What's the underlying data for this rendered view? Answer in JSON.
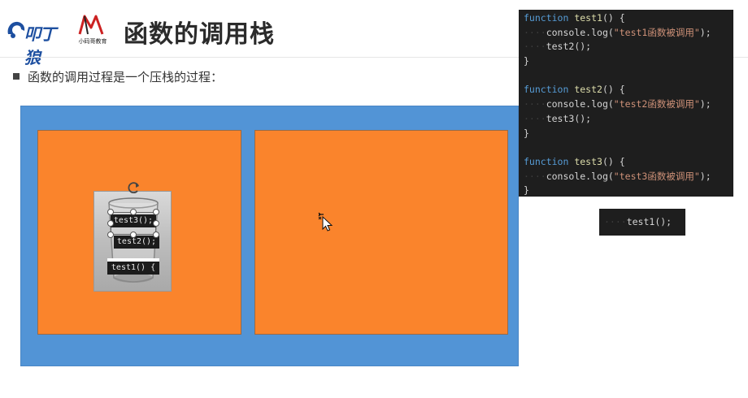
{
  "header": {
    "logo_brand": "叩丁狼",
    "logo2_sub": "小码哥教育",
    "title": "函数的调用栈"
  },
  "bullet": {
    "text": "函数的调用过程是一个压栈的过程："
  },
  "diagram": {
    "stack_frames": [
      "test3();",
      "test2();",
      "test1() {"
    ],
    "colors": {
      "outer": "#5294d6",
      "panel": "#fa842c"
    }
  },
  "code": {
    "lines": [
      {
        "k": "function",
        "n": " test1",
        "r": "() {"
      },
      {
        "ws": "····",
        "t": "console.log(",
        "s": "\"test1函数被调用\"",
        "e": ");"
      },
      {
        "ws": "····",
        "t": "test2();"
      },
      {
        "t": "}"
      },
      {
        "t": ""
      },
      {
        "k": "function",
        "n": " test2",
        "r": "() {"
      },
      {
        "ws": "····",
        "t": "console.log(",
        "s": "\"test2函数被调用\"",
        "e": ");"
      },
      {
        "ws": "····",
        "t": "test3();"
      },
      {
        "t": "}"
      },
      {
        "t": ""
      },
      {
        "k": "function",
        "n": " test3",
        "r": "() {"
      },
      {
        "ws": "····",
        "t": "console.log(",
        "s": "\"test3函数被调用\"",
        "e": ");"
      },
      {
        "t": "}"
      }
    ],
    "call": {
      "ws": "····",
      "t": "test1();"
    }
  }
}
